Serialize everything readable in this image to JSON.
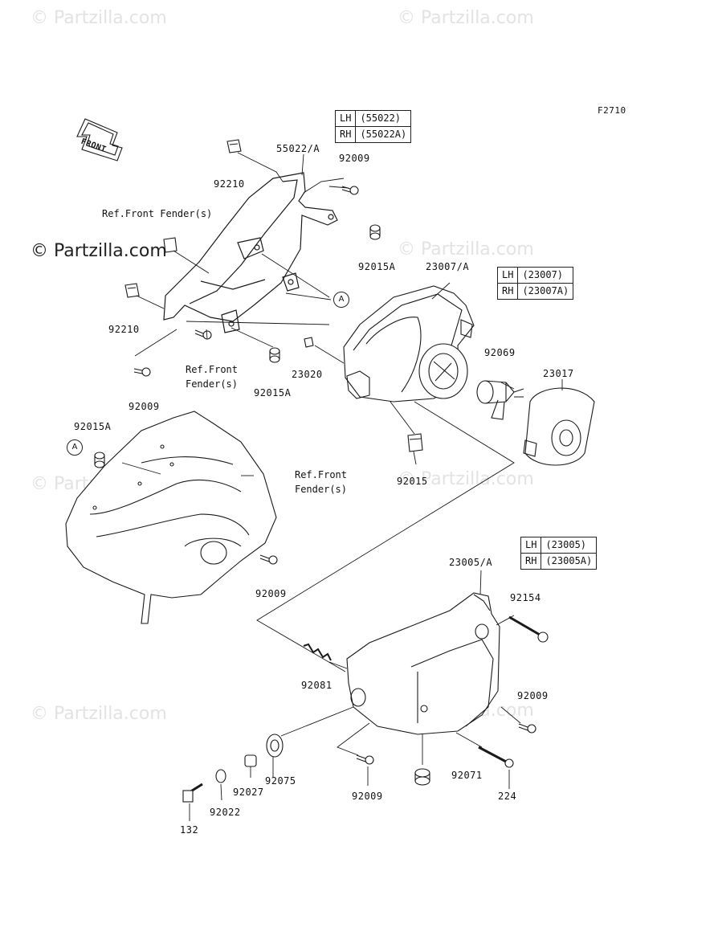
{
  "watermark": "© Partzilla.com",
  "figure_code": "F2710",
  "front_arrow_label": "FRONT",
  "circle_marker": "A",
  "ref_front_fender": "Ref.Front Fender(s)",
  "ref_front_fender_1": "Ref.Front\nFender(s)",
  "ref_front_fender_2": "Ref.Front\nFender(s)",
  "tables": {
    "t55022": [
      [
        "LH",
        "(55022)"
      ],
      [
        "RH",
        "(55022A)"
      ]
    ],
    "t23007": [
      [
        "LH",
        "(23007)"
      ],
      [
        "RH",
        "(23007A)"
      ]
    ],
    "t23005": [
      [
        "LH",
        "(23005)"
      ],
      [
        "RH",
        "(23005A)"
      ]
    ]
  },
  "parts": {
    "p55022A": "55022/A",
    "p92009_a": "92009",
    "p92210_a": "92210",
    "p92015A_a": "92015A",
    "p23007A": "23007/A",
    "p92210_b": "92210",
    "p92015A_b": "92015A",
    "p23020": "23020",
    "p92009_b": "92009",
    "p92069": "92069",
    "p23017": "23017",
    "p92015A_c": "92015A",
    "p92015": "92015",
    "p92009_c": "92009",
    "p23005A": "23005/A",
    "p92154": "92154",
    "p92081": "92081",
    "p92009_d": "92009",
    "p92009_e": "92009",
    "p92075": "92075",
    "p92027": "92027",
    "p92022": "92022",
    "p132": "132",
    "p92071": "92071",
    "p224": "224"
  }
}
